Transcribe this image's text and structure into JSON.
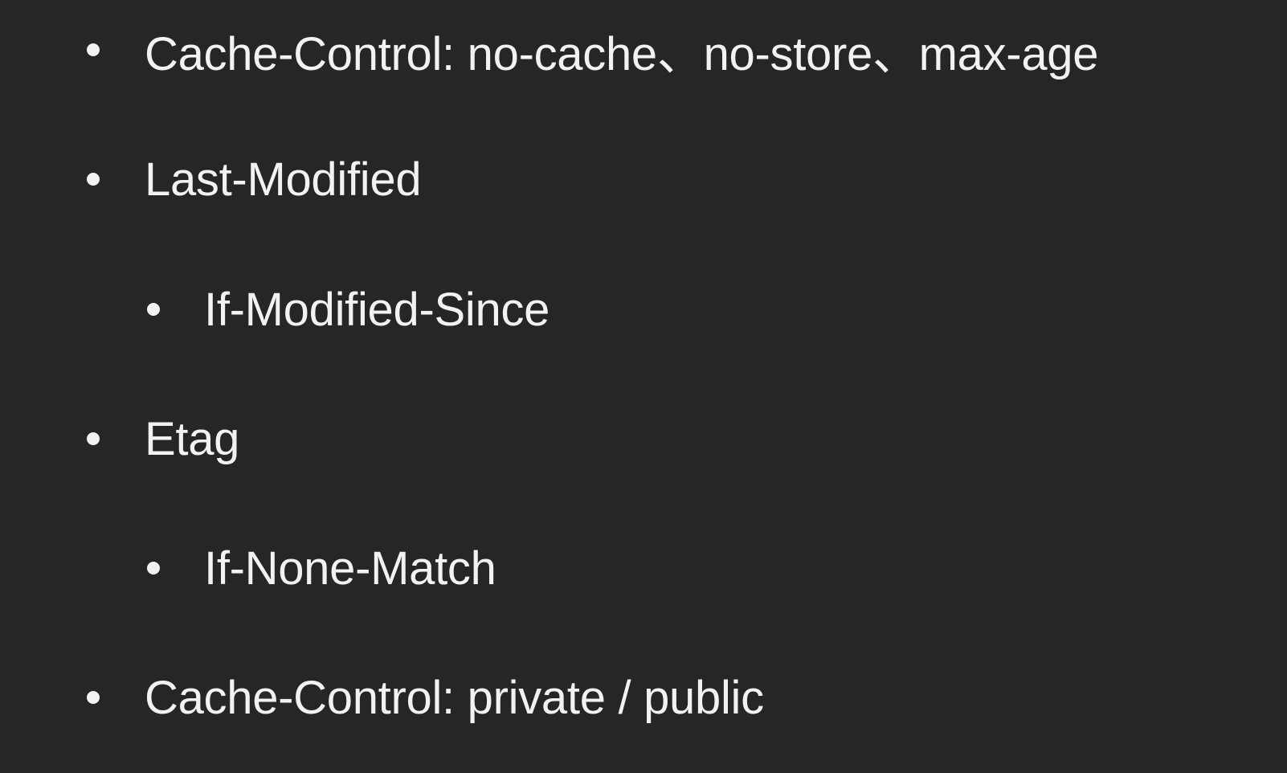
{
  "bullets": [
    {
      "level": 1,
      "text": "Cache-Control: no-cache、no-store、max-age"
    },
    {
      "level": 1,
      "text": "Last-Modified"
    },
    {
      "level": 2,
      "text": "If-Modified-Since"
    },
    {
      "level": 1,
      "text": "Etag"
    },
    {
      "level": 2,
      "text": "If-None-Match"
    },
    {
      "level": 1,
      "text": "Cache-Control: private / public"
    }
  ],
  "colors": {
    "background": "#262626",
    "text": "#f2f2f2"
  }
}
